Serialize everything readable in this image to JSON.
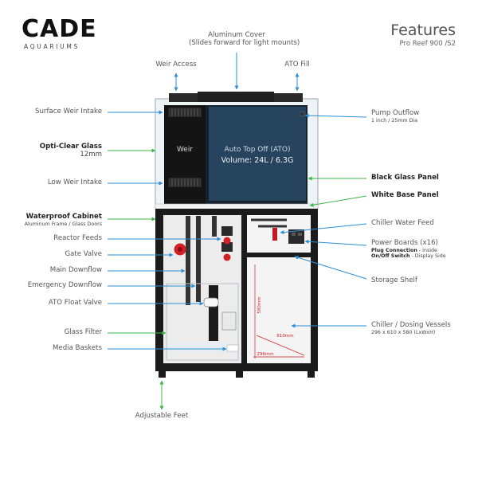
{
  "brand": {
    "name": "CADE",
    "tagline": "AQUARIUMS"
  },
  "header": {
    "title": "Features",
    "model": "Pro Reef 900 /S2"
  },
  "top_labels": {
    "aluminum_cover": "Aluminum Cover",
    "aluminum_cover_note": "(Slides forward for light mounts)",
    "weir_access": "Weir Access",
    "ato_fill": "ATO Fill"
  },
  "left_labels": {
    "surface_weir_intake": "Surface Weir Intake",
    "opti_clear_glass": "Opti-Clear Glass",
    "opti_clear_glass_size": "12mm",
    "low_weir_intake": "Low Weir Intake",
    "waterproof_cabinet": "Waterproof Cabinet",
    "waterproof_cabinet_note": "Aluminum Frame / Glass Doors",
    "reactor_feeds": "Reactor Feeds",
    "gate_valve": "Gate Valve",
    "main_downflow": "Main Downflow",
    "emergency_downflow": "Emergency Downflow",
    "ato_float_valve": "ATO Float Valve",
    "glass_filter": "Glass Filter",
    "media_baskets": "Media Baskets"
  },
  "right_labels": {
    "pump_outflow": "Pump Outflow",
    "pump_outflow_size": "1 inch / 25mm Dia",
    "black_glass_panel": "Black Glass Panel",
    "white_base_panel": "White Base Panel",
    "chiller_water_feed": "Chiller Water Feed",
    "power_boards": "Power Boards (x16)",
    "plug_connection": "Plug Connection",
    "plug_connection_note": " - Inside",
    "on_off_switch": "On/Off Switch",
    "on_off_switch_note": " - Display Side",
    "storage_shelf": "Storage Shelf",
    "chiller_dosing": "Chiller / Dosing Vessels",
    "chiller_dosing_size": "296 x 610 x 580 (LxWxH)"
  },
  "bottom_labels": {
    "adjustable_feet": "Adjustable Feet"
  },
  "tank_text": {
    "weir": "Weir",
    "ato": "Auto Top Off (ATO)",
    "volume": "Volume: 24L / 6.3G"
  },
  "dimensions": {
    "height": "580mm",
    "width": "610mm",
    "length": "296mm"
  },
  "colors": {
    "blue_arrow": "#2b8fd6",
    "green_arrow": "#3cb84a",
    "tank_glass": "#2a4a66",
    "cabinet": "#1b1b1b",
    "valve_red": "#d21f26",
    "dimension_red": "#d21f26"
  }
}
